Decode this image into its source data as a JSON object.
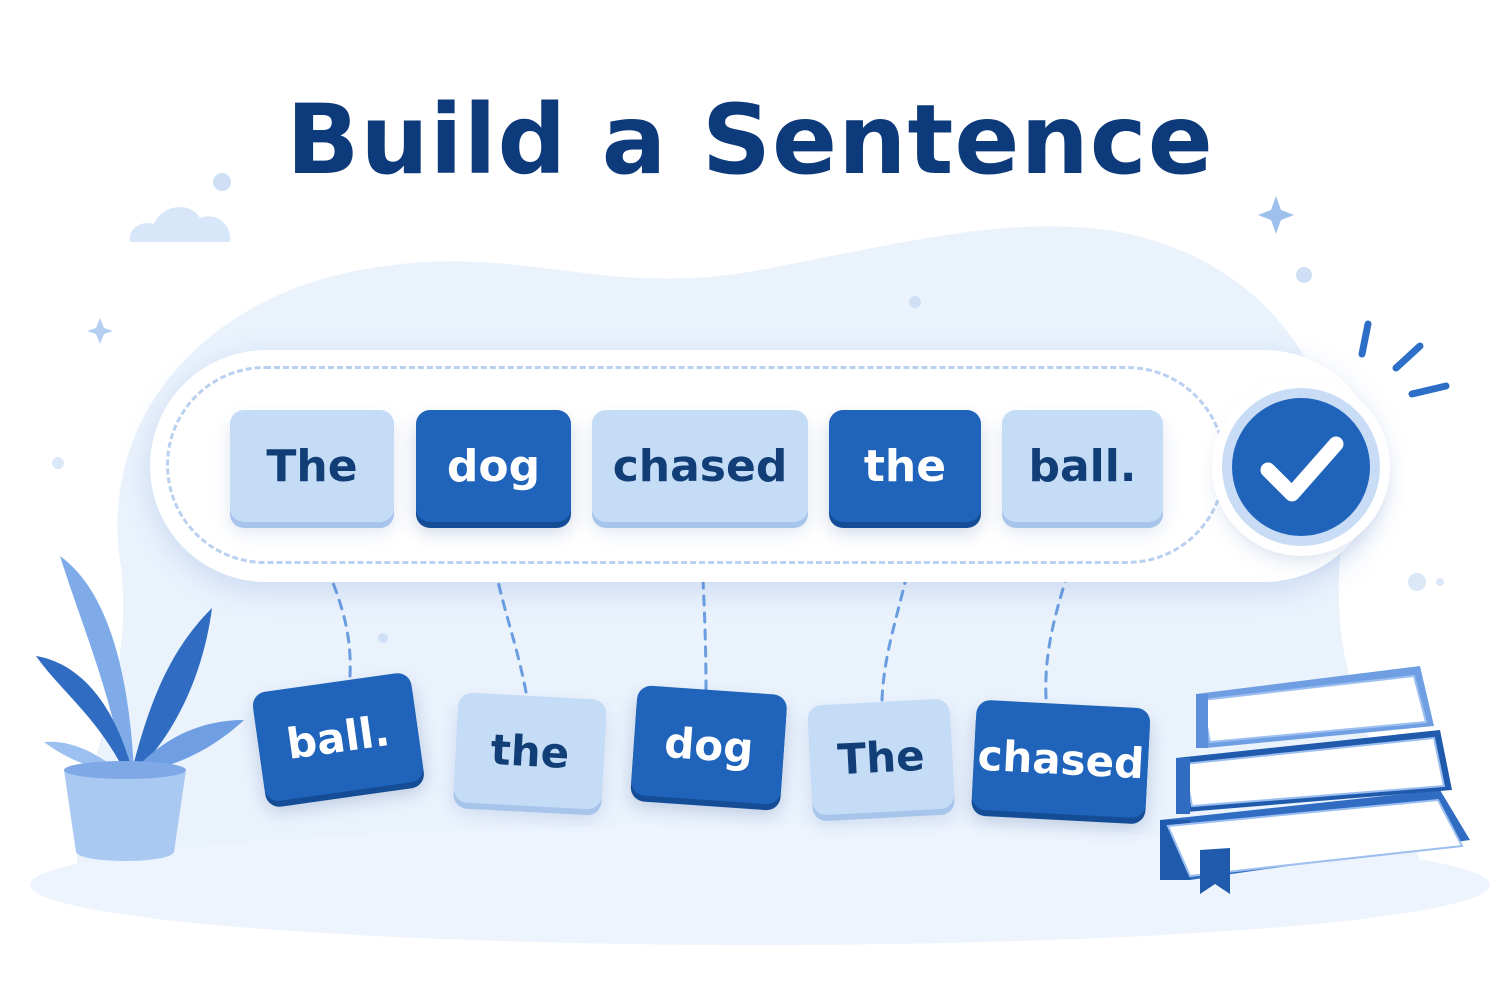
{
  "title": "Build a Sentence",
  "sentence_slots": [
    {
      "label": "The",
      "style": "light"
    },
    {
      "label": "dog",
      "style": "dark"
    },
    {
      "label": "chased",
      "style": "light"
    },
    {
      "label": "the",
      "style": "dark"
    },
    {
      "label": "ball.",
      "style": "light"
    }
  ],
  "word_pool": [
    {
      "label": "ball.",
      "style": "dark"
    },
    {
      "label": "the",
      "style": "light"
    },
    {
      "label": "dog",
      "style": "dark"
    },
    {
      "label": "The",
      "style": "light"
    },
    {
      "label": "chased",
      "style": "dark"
    }
  ],
  "check_button": {
    "icon": "checkmark-icon"
  },
  "colors": {
    "title": "#0d3a7a",
    "chip_dark": "#1f63bb",
    "chip_light": "#c5dcf6",
    "chip_light_text": "#123e77",
    "background_blob": "#eaf2fc"
  },
  "decor": {
    "plant": "plant-icon",
    "books": "book-stack-icon",
    "cloud": "cloud-icon",
    "sparkle": "sparkle-icon"
  }
}
